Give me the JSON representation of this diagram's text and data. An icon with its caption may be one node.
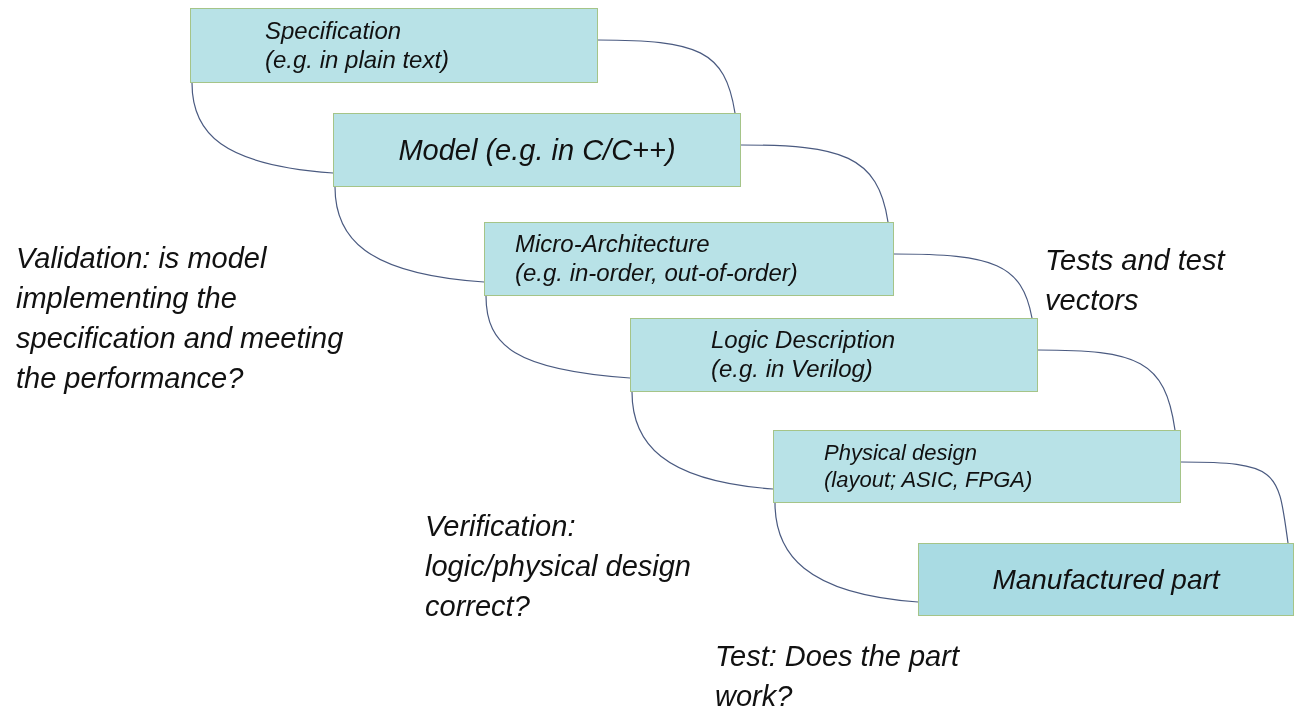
{
  "diagram": {
    "nodes": [
      {
        "text": [
          "Specification",
          "(e.g. in plain text)"
        ]
      },
      {
        "text": [
          "Model (e.g. in C/C++)"
        ]
      },
      {
        "text": [
          "Micro-Architecture",
          "(e.g. in-order, out-of-order)"
        ]
      },
      {
        "text": [
          "Logic Description",
          "(e.g. in Verilog)"
        ]
      },
      {
        "text": [
          "Physical design",
          "(layout; ASIC, FPGA)"
        ]
      },
      {
        "text": [
          "Manufactured part"
        ]
      }
    ],
    "edges": [
      {
        "from": 0,
        "to": 1,
        "arrow": "none"
      },
      {
        "from": 0,
        "to": 1,
        "arrow": "none"
      },
      {
        "from": 1,
        "to": 2,
        "arrow": "none"
      },
      {
        "from": 1,
        "to": 2,
        "arrow": "none"
      },
      {
        "from": 2,
        "to": 3,
        "arrow": "none"
      },
      {
        "from": 2,
        "to": 3,
        "arrow": "none"
      },
      {
        "from": 3,
        "to": 4,
        "arrow": "none"
      },
      {
        "from": 3,
        "to": 4,
        "arrow": "none"
      },
      {
        "from": 4,
        "to": 5,
        "arrow": "none"
      },
      {
        "from": 4,
        "to": 5,
        "arrow": "none"
      }
    ],
    "labels": [
      "Validation: is model implementing the specification and meeting the performance?",
      "Tests and test vectors",
      "Verification: logic/physical design correct?",
      "Test: Does the part work?"
    ]
  }
}
